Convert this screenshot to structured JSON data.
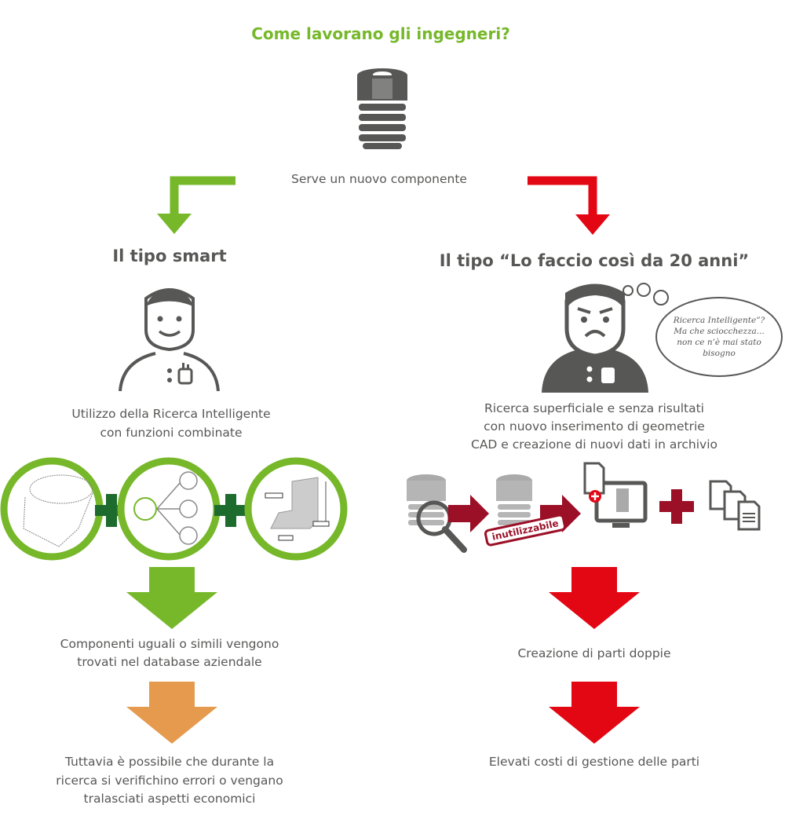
{
  "title": "Come lavorano gli ingegneri?",
  "start_text": "Serve un nuovo componente",
  "colors": {
    "green": "#76b82a",
    "red": "#e30613",
    "dark_red": "#9b1027",
    "dark_green": "#1e6b2e",
    "orange": "#e59a4d",
    "gray": "#575756"
  },
  "left": {
    "heading": "Il tipo smart",
    "description": [
      "Utilizzo della Ricerca Intelligente",
      "con funzioni combinate"
    ],
    "result": [
      "Componenti uguali o simili vengono",
      "trovati nel database aziendale"
    ],
    "caveat": [
      "Tuttavia è possibile che durante la",
      "ricerca si verifichino errori o vengano",
      "tralasciati aspetti economici"
    ],
    "circles": [
      "word-cloud-search-icon",
      "similarity-search-icon",
      "dimension-search-icon"
    ]
  },
  "right": {
    "heading": "Il tipo “Lo faccio così da 20 anni”",
    "thought": [
      "Ricerca Intelligente”?",
      "Ma che sciocchezza...",
      "non ce n’è mai stato",
      "bisogno"
    ],
    "description": [
      "Ricerca superficiale e senza risultati",
      "con nuovo inserimento di geometrie",
      "CAD e creazione di nuovi dati in archivio"
    ],
    "badge": "inutilizzabile",
    "result": "Creazione di parti doppie",
    "consequence": "Elevati costi di gestione delle parti"
  }
}
